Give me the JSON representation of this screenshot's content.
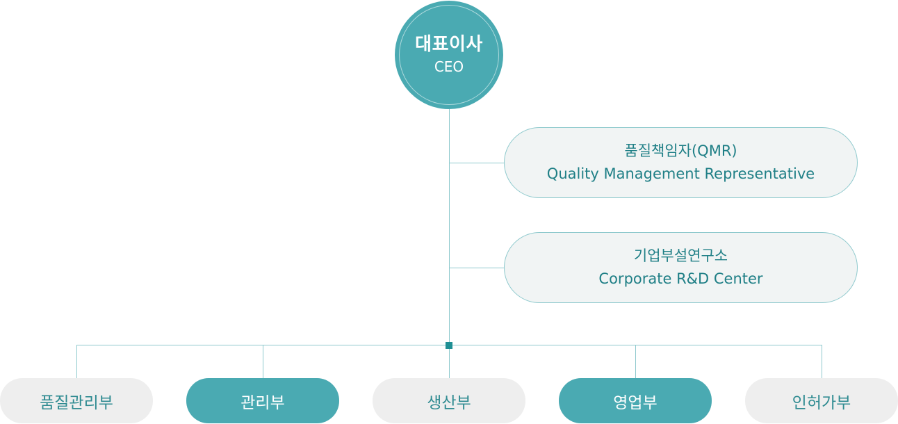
{
  "ceo": {
    "ko": "대표이사",
    "en": "CEO"
  },
  "staff": [
    {
      "ko": "품질책임자(QMR)",
      "en": "Quality Management Representative"
    },
    {
      "ko": "기업부설연구소",
      "en": "Corporate R&D Center"
    }
  ],
  "departments": [
    {
      "label": "품질관리부",
      "style": "light"
    },
    {
      "label": "관리부",
      "style": "dark"
    },
    {
      "label": "생산부",
      "style": "light"
    },
    {
      "label": "영업부",
      "style": "dark"
    },
    {
      "label": "인허가부",
      "style": "light"
    }
  ],
  "colors": {
    "primary": "#4aaab2",
    "line": "#8ec9cd",
    "text_teal": "#1f7f86",
    "pill_bg": "#f1f4f4",
    "dept_light_bg": "#eeeeee"
  }
}
